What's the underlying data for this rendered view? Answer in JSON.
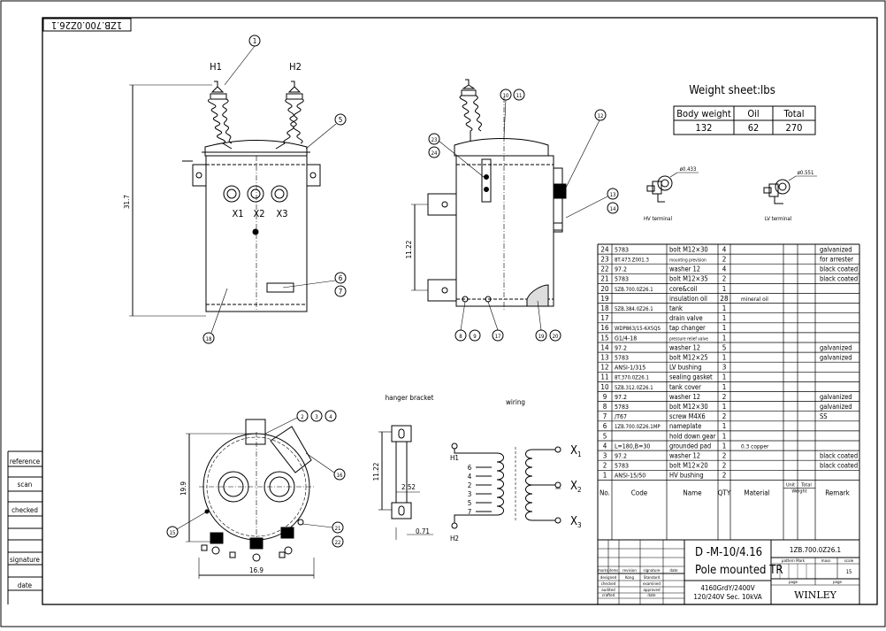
{
  "drawing_no_stamp": "1ZB.700.0Z26.1",
  "side_labels": [
    "reference",
    "scan",
    "checked",
    "signature",
    "date"
  ],
  "front_view": {
    "h1": "H1",
    "h2": "H2",
    "x1": "X1",
    "x2": "X2",
    "x3": "X3",
    "height_dim": "31.7",
    "balloons": [
      "1",
      "5",
      "6",
      "7",
      "18"
    ]
  },
  "side_view": {
    "dim": "11.22",
    "balloons": [
      "10",
      "11",
      "12",
      "13",
      "14",
      "23",
      "24",
      "8",
      "9",
      "17",
      "19",
      "20"
    ]
  },
  "top_view": {
    "dim_h": "19.9",
    "dim_w": "16.9",
    "balloons": [
      "2",
      "3",
      "4",
      "16",
      "15",
      "21",
      "22"
    ]
  },
  "hanger": {
    "title": "hanger bracket",
    "dim_h": "11.22",
    "dim_w": "2.52",
    "dim_t": "0.71"
  },
  "wiring": {
    "title": "wiring",
    "h1": "H1",
    "h2": "H2",
    "taps": [
      "6",
      "4",
      "2",
      "3",
      "5",
      "7"
    ],
    "x1": "X",
    "x2": "X",
    "x3": "X",
    "sub1": "1",
    "sub2": "2",
    "sub3": "3"
  },
  "weight": {
    "title": "Weight sheet:lbs",
    "headers": [
      "Body weight",
      "Oil",
      "Total"
    ],
    "values": [
      "132",
      "62",
      "270"
    ]
  },
  "terminals": {
    "hv_label": "HV terminal",
    "hv_dim": "ø0.433",
    "lv_label": "LV terminal",
    "lv_dim": "ø0.551"
  },
  "bom": {
    "rows": [
      [
        "24",
        "5783",
        "bolt M12×30",
        "4",
        "",
        "galvanized"
      ],
      [
        "23",
        "8T.473.Z001.3",
        "mounting prevision",
        "2",
        "",
        "for arrester"
      ],
      [
        "22",
        "97.2",
        "washer 12",
        "4",
        "",
        "black coated"
      ],
      [
        "21",
        "5783",
        "bolt M12×35",
        "2",
        "",
        "black coated"
      ],
      [
        "20",
        "5ZB.700.0Z26.1",
        "core&coil",
        "1",
        "",
        ""
      ],
      [
        "19",
        "",
        "insulation oil",
        "28",
        "mineral oil",
        ""
      ],
      [
        "18",
        "5ZB.384.0Z26.1",
        "tank",
        "1",
        "",
        ""
      ],
      [
        "17",
        "",
        "drain valve",
        "1",
        "",
        ""
      ],
      [
        "16",
        "WDP863/15-6X5QS",
        "tap changer",
        "1",
        "",
        ""
      ],
      [
        "15",
        "G1/4-18",
        "pressure relief valve",
        "1",
        "",
        ""
      ],
      [
        "14",
        "97.2",
        "washer 12",
        "5",
        "",
        "galvanized"
      ],
      [
        "13",
        "5783",
        "bolt M12×25",
        "1",
        "",
        "galvanized"
      ],
      [
        "12",
        "ANSI-1/315",
        "LV bushing",
        "3",
        "",
        ""
      ],
      [
        "11",
        "8T.370.0Z26.1",
        "sealing gasket",
        "1",
        "",
        ""
      ],
      [
        "10",
        "5ZB.312.0Z26.1",
        "tank cover",
        "1",
        "",
        ""
      ],
      [
        "9",
        "97.2",
        "washer 12",
        "2",
        "",
        "galvanized"
      ],
      [
        "8",
        "5783",
        "bolt M12×30",
        "1",
        "",
        "galvanized"
      ],
      [
        "7",
        "/T67",
        "screw M4X6",
        "2",
        "",
        "SS"
      ],
      [
        "6",
        "1ZB.700.0Z26.1MP",
        "nameplate",
        "1",
        "",
        ""
      ],
      [
        "5",
        "",
        "hold down gear",
        "1",
        "",
        ""
      ],
      [
        "4",
        "L=180,B=30",
        "grounded pad",
        "1",
        "0.3 copper",
        ""
      ],
      [
        "3",
        "97.2",
        "washer 12",
        "2",
        "",
        "black coated"
      ],
      [
        "2",
        "5783",
        "bolt M12×20",
        "2",
        "",
        "black coated"
      ],
      [
        "1",
        "ANSI-15/50",
        "HV bushing",
        "2",
        "",
        ""
      ]
    ],
    "header": {
      "no": "No.",
      "code": "Code",
      "name": "Name",
      "qty": "QTY",
      "material": "Material",
      "unit": "Unit",
      "total": "Total",
      "weight": "Weight",
      "remark": "Remark"
    }
  },
  "title_block": {
    "model": "D -M-10/4.16",
    "name": "Pole mounted TR",
    "voltage1": "4160GrdY/2400V",
    "voltage2": "120/240V Sec. 10kVA",
    "drawing_no": "1ZB.700.0Z26.1",
    "company": "WINLEY",
    "scale": "15",
    "pattern_mark": "pattern Mark",
    "mass": "mass",
    "scale_label": "scale",
    "page1": "page",
    "page2": "page",
    "rev_headers": [
      "marks",
      "items",
      "revision",
      "signature",
      "date"
    ],
    "roles": [
      [
        "designed",
        "Kong",
        "Standard"
      ],
      [
        "checked",
        "",
        "examined"
      ],
      [
        "audited",
        "",
        "approved"
      ],
      [
        "crafted",
        "",
        "date"
      ]
    ]
  }
}
